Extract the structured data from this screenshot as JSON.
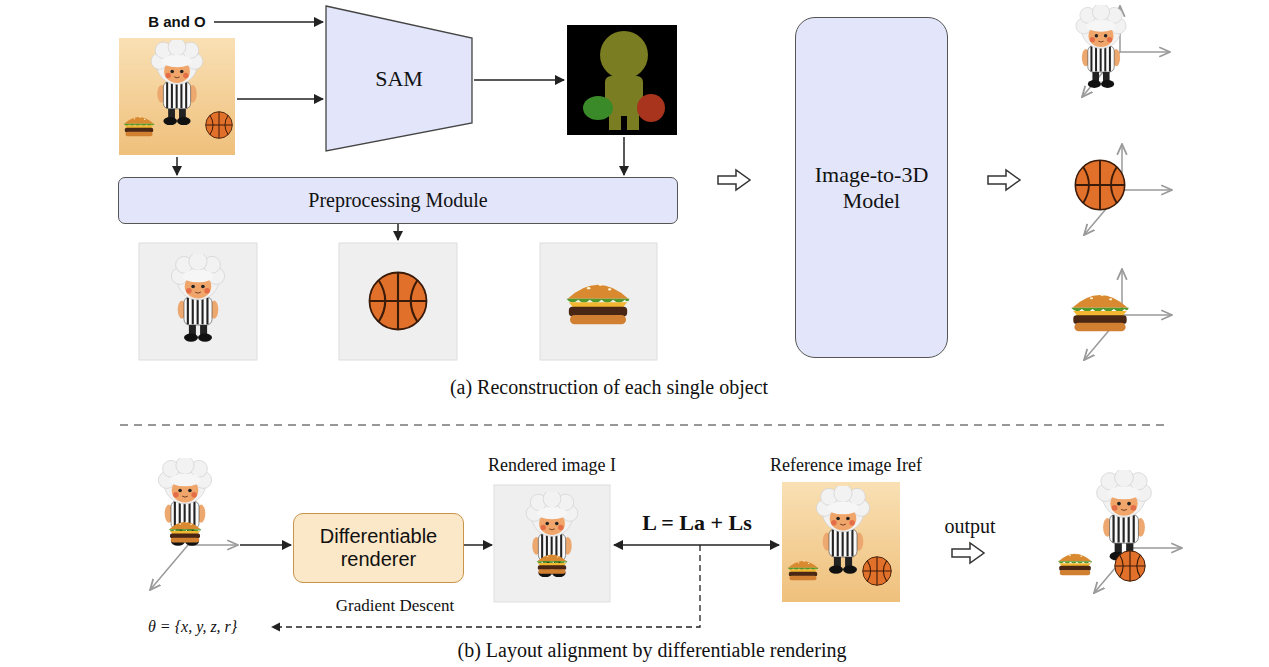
{
  "diagram": {
    "nodes": [
      {
        "text": [
          "SAM"
        ]
      },
      {
        "text": [
          "Preprocessing Module"
        ]
      },
      {
        "text": [
          "Image-to-3D Model"
        ]
      },
      {
        "text": [
          "Differentiable renderer"
        ]
      }
    ],
    "labels": [
      "B and O",
      "(a) Reconstruction of each single object",
      "Rendered image I",
      "L = La + Ls",
      "Reference image Iref",
      "output",
      "Gradient Descent",
      "θ = {x, y, z, r}",
      "(b) Layout alignment by differentiable rendering"
    ]
  }
}
